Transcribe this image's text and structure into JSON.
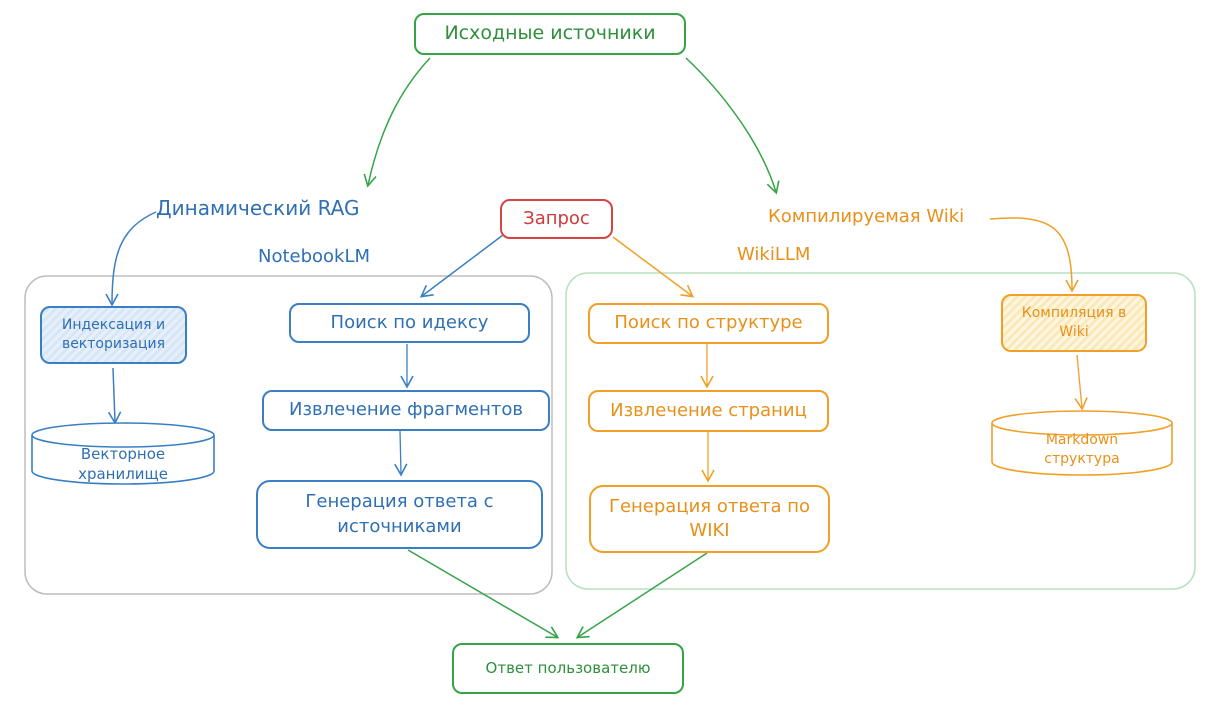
{
  "nodes": {
    "sources": "Исходные источники",
    "request": "Запрос",
    "answer": "Ответ пользователю",
    "index_vectorize": "Индексация и\nвекторизация",
    "vector_store": "Векторное\nхранилище",
    "index_search": "Поиск по идексу",
    "fragment_extract": "Извлечение фрагментов",
    "gen_with_sources": "Генерация ответа с\nисточниками",
    "structure_search": "Поиск по структуре",
    "page_extract": "Извлечение страниц",
    "gen_by_wiki": "Генерация ответа по\nWIKI",
    "compile_wiki": "Компиляция в\nWiki",
    "markdown_structure": "Markdown\nструктура"
  },
  "labels": {
    "dynamic_rag": "Динамический RAG",
    "compiled_wiki": "Компилируемая Wiki",
    "notebooklm": "NotebookLM",
    "wikillm": "WikiLLM"
  },
  "colors": {
    "green": "#35a447",
    "blue": "#3a7fc4",
    "orange": "#f0a028",
    "red": "#d84344",
    "group_gray": "#bdbdbd",
    "group_green": "#b9dfbf"
  }
}
